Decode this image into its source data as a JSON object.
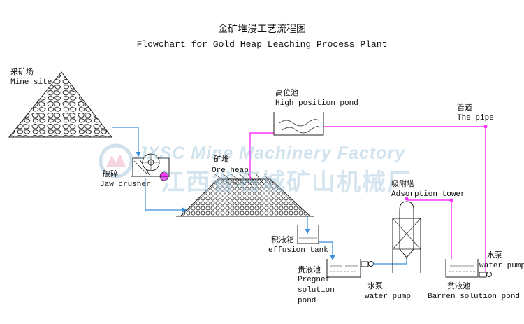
{
  "title_zh": "金矿堆浸工艺流程图",
  "title_en": "Flowchart for Gold Heap Leaching Process Plant",
  "watermark": {
    "en": "JXSC Mine Machinery Factory",
    "zh": "江西省石城矿山机械厂"
  },
  "labels": {
    "mine_site": {
      "zh": "采矿场",
      "en": "Mine site"
    },
    "jaw_crusher": {
      "zh": "破碎",
      "en": "Jaw crusher"
    },
    "ore_heap": {
      "zh": "矿堆",
      "en": "Ore heap"
    },
    "high_pond": {
      "zh": "高位池",
      "en": "High position pond"
    },
    "pipe": {
      "zh": "管道",
      "en": "The pipe"
    },
    "adsorption": {
      "zh": "吸附塔",
      "en": "Adsorption tower"
    },
    "effusion": {
      "zh": "积液箱",
      "en": "effusion tank"
    },
    "pregnet": {
      "zh": "贵液池",
      "en1": "Pregnet",
      "en2": "solution",
      "en3": "pond"
    },
    "pump_mid": {
      "zh": "水泵",
      "en": "water pump"
    },
    "pump_right": {
      "zh": "水泵",
      "en": "water pump"
    },
    "barren": {
      "zh": "贫液池",
      "en": "Barren solution pond"
    }
  },
  "colors": {
    "flow_blue": "#3a8fd8",
    "pipe_magenta": "#ff33ff",
    "line": "#222222",
    "watermark": "#96bed7"
  }
}
